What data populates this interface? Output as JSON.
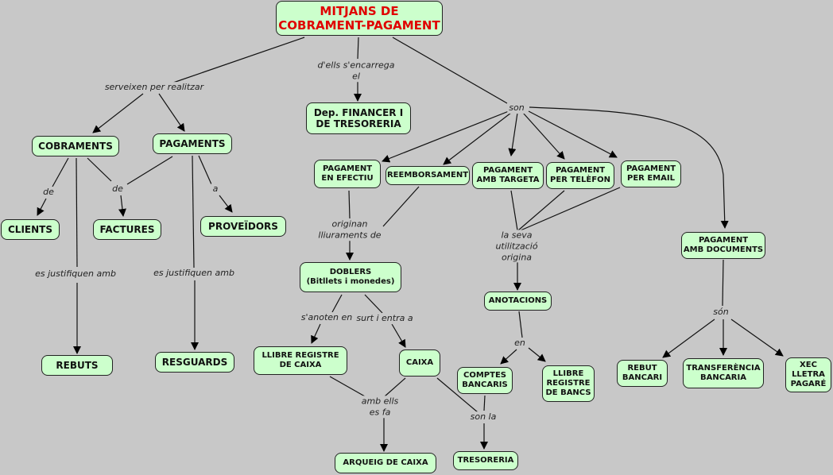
{
  "colors": {
    "background": "#c8c8c8",
    "node_fill": "#ccffcc",
    "node_border": "#222222",
    "title_text": "#e00000"
  },
  "nodes": {
    "root": "MITJANS DE\nCOBRAMENT-PAGAMENT",
    "financer": "Dep. FINANCER I\nDE TRESORERIA",
    "cobraments": "COBRAMENTS",
    "pagaments": "PAGAMENTS",
    "clients": "CLIENTS",
    "factures": "FACTURES",
    "proveidors": "PROVEÏDORS",
    "rebuts": "REBUTS",
    "resguards": "RESGUARDS",
    "efectiu": "PAGAMENT\nEN EFECTIU",
    "reemborsament": "REEMBORSAMENT",
    "targeta": "PAGAMENT\nAMB TARGETA",
    "telefon": "PAGAMENT\nPER TELÈFON",
    "email": "PAGAMENT\nPER EMAIL",
    "documents": "PAGAMENT\nAMB DOCUMENTS",
    "doblers": "DOBLERS\n(Bitllets i monedes)",
    "llibre_caixa": "LLIBRE REGISTRE\nDE CAIXA",
    "caixa": "CAIXA",
    "anotacions": "ANOTACIONS",
    "comptes": "COMPTES\nBANCARIS",
    "llibre_bancs": "LLIBRE\nREGISTRE\nDE BANCS",
    "arqueig": "ARQUEIG DE CAIXA",
    "tresoreria": "TRESORERIA",
    "rebut_bancari": "REBUT\nBANCARI",
    "transferencia": "TRANSFERÈNCIA\nBANCARIA",
    "xec": "XEC\nLLETRA\nPAGARÉ"
  },
  "links": {
    "serveixen": "serveixen per realitzar",
    "encarrega": "d'ells s'encarrega\nel",
    "son": "son",
    "de1": "de",
    "de2": "de",
    "a": "a",
    "justifiquen1": "es justifiquen amb",
    "justifiquen2": "es justifiquen amb",
    "originan": "originan\nlliuraments de",
    "utilitzacio": "la seva\nutilització\norigina",
    "anoten": "s'anoten en",
    "surt": "surt i entra a",
    "en": "en",
    "amb_ells": "amb ells\nes fa",
    "son_la": "son la",
    "son2": "són"
  }
}
